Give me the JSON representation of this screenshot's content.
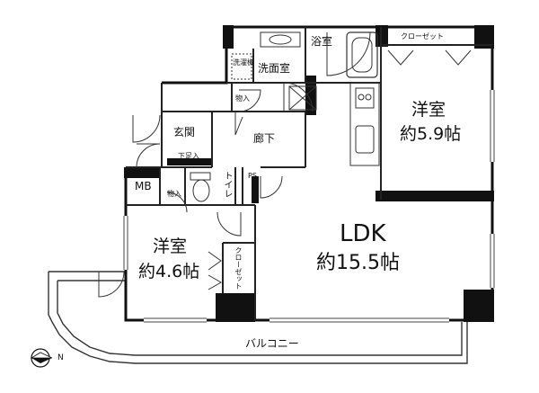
{
  "rooms": {
    "bath": "浴室",
    "closet_top": "クローゼット",
    "washroom": "洗面室",
    "washer": "洗濯機",
    "storage_a": "物入",
    "entrance": "玄関",
    "hallway": "廊下",
    "shoebox": "下足入",
    "mb": "MB",
    "storage_b": "物入",
    "toilet": "トイレ",
    "ps": "PS",
    "bed_right_name": "洋室",
    "bed_right_size": "約5.9帖",
    "ldk_name": "LDK",
    "ldk_size": "約15.5帖",
    "bed_left_name": "洋室",
    "bed_left_size": "約4.6帖",
    "closet_left": "クローゼット",
    "balcony": "バルコニー",
    "compass_n": "N"
  }
}
